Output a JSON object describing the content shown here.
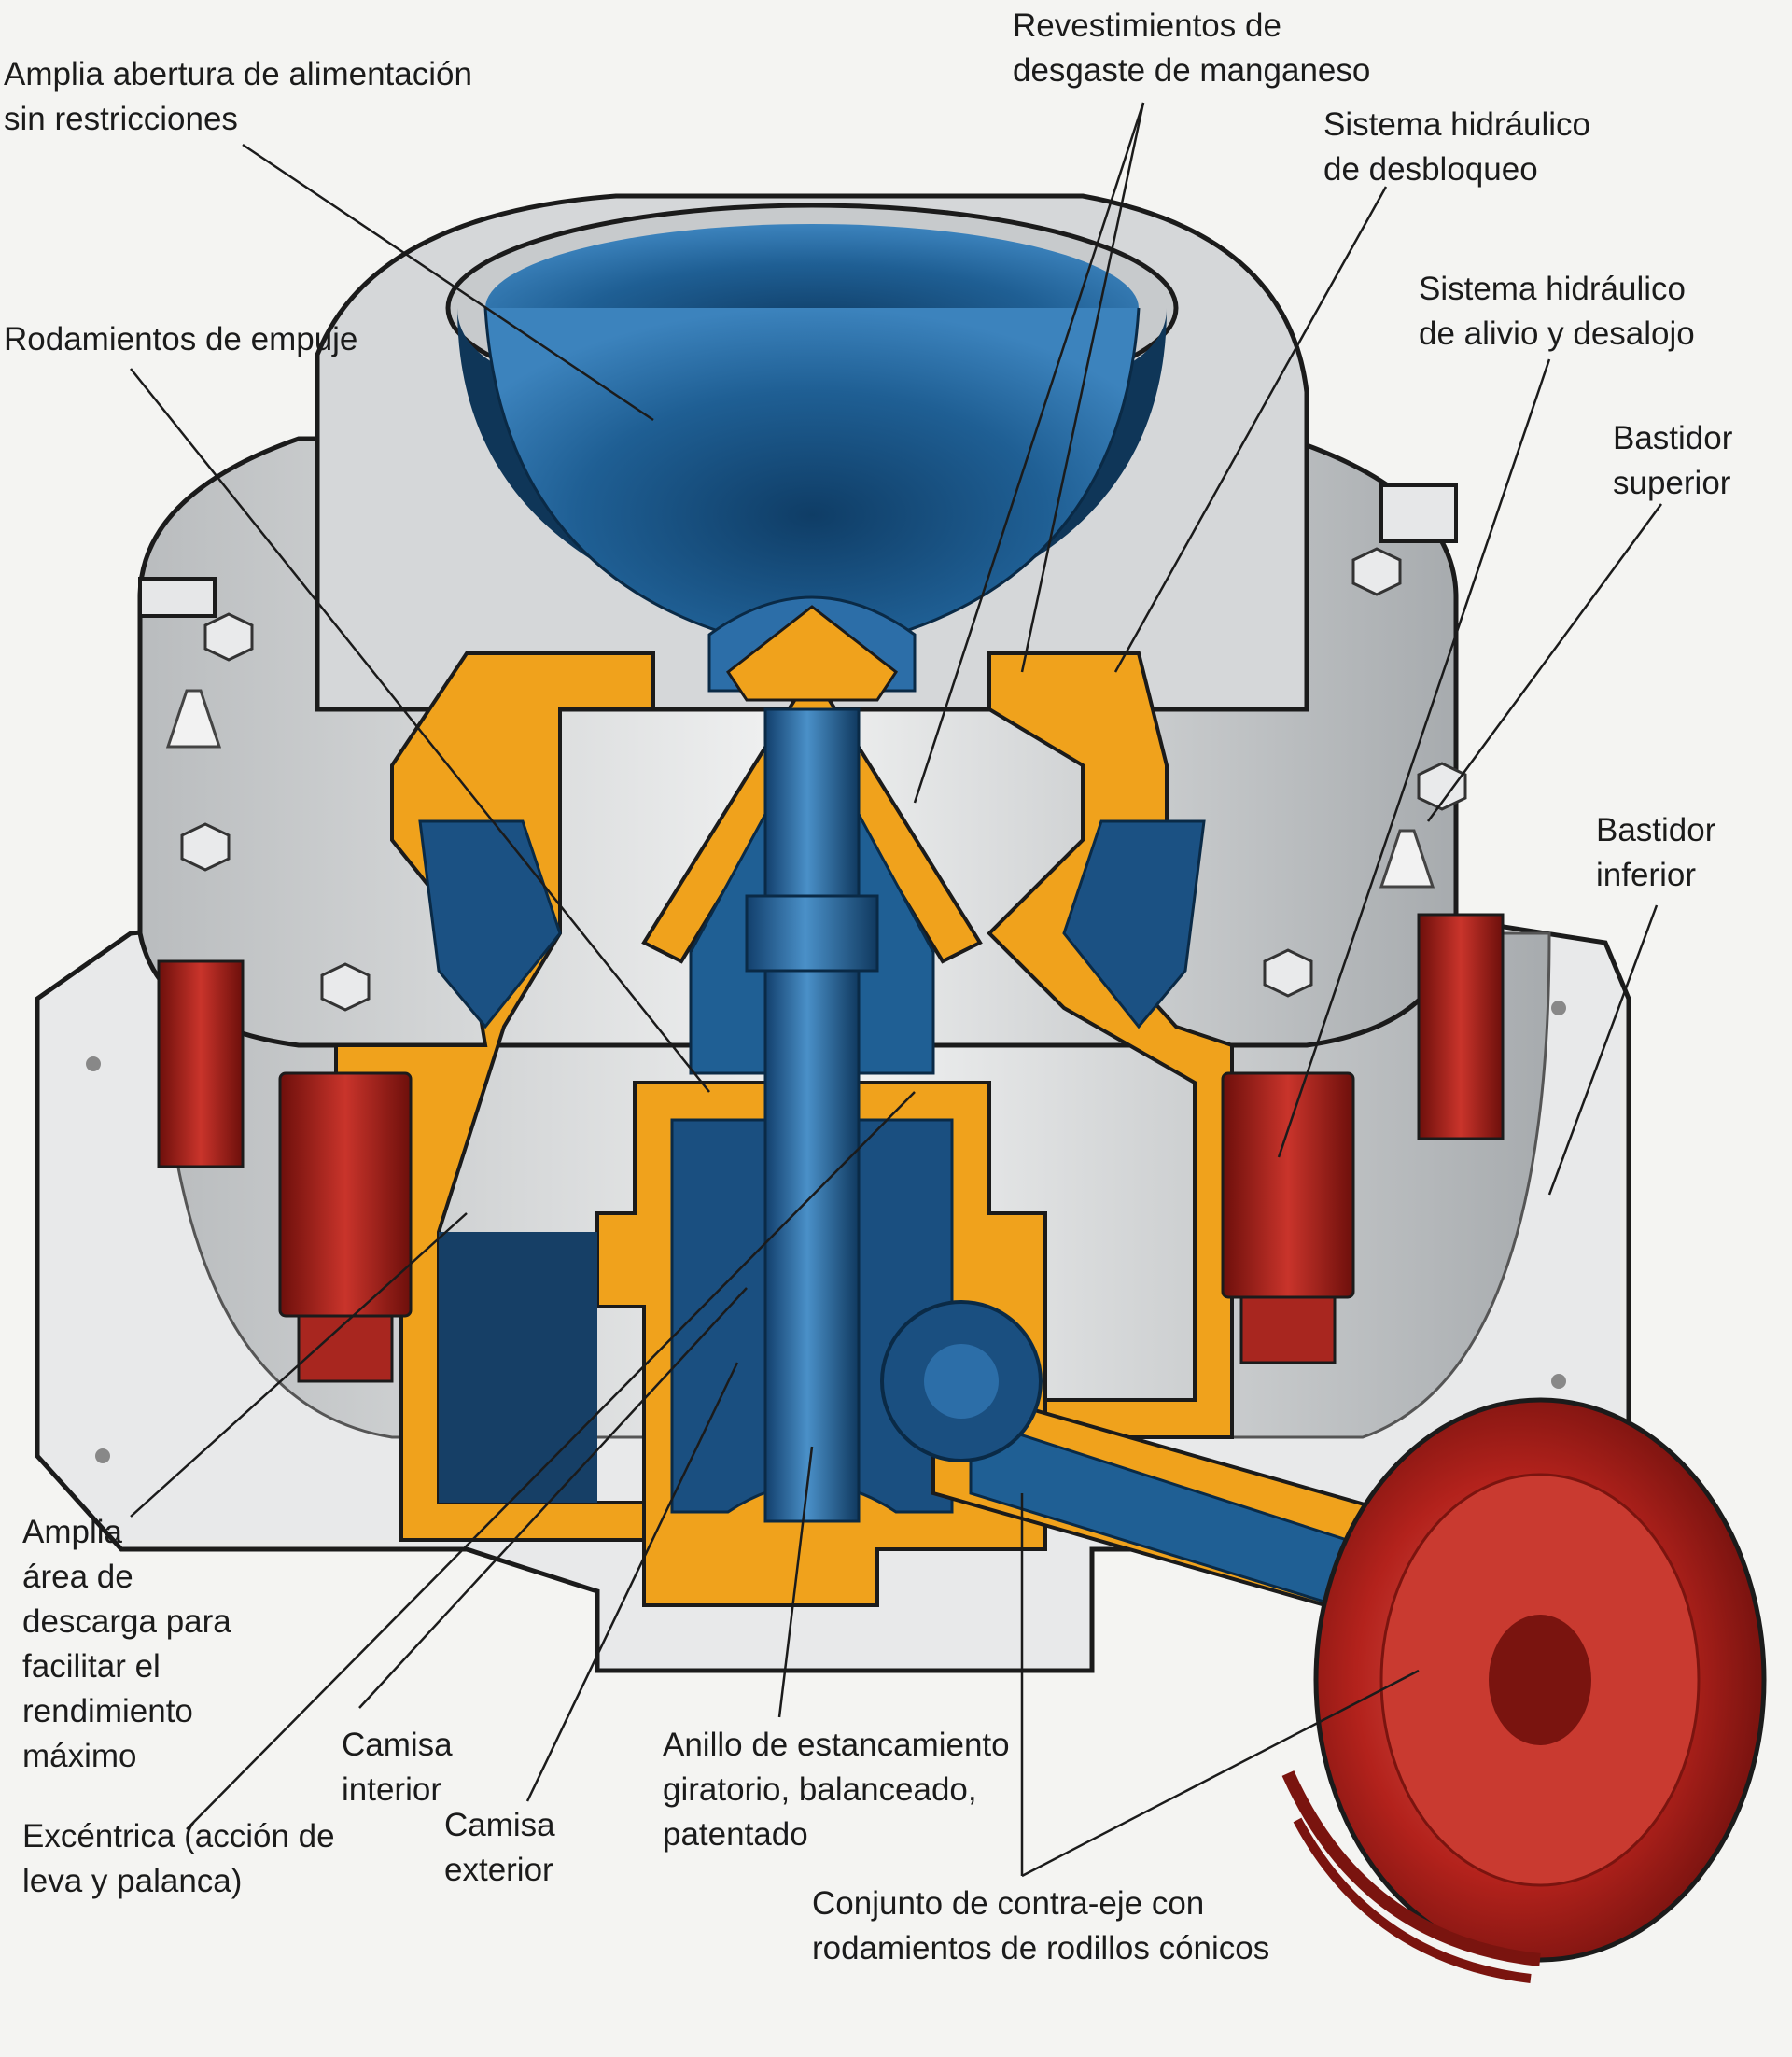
{
  "colors": {
    "background": "#f4f4f2",
    "liner_blue": "#1f5f94",
    "steel_orange": "#f0a21c",
    "hydraulic_red": "#b3221c",
    "frame_grey": "#d9dbdc",
    "leader_line": "#1b1b1b"
  },
  "labels": {
    "feed_opening": {
      "lines": [
        "Amplia abertura de alimentación",
        "sin restricciones"
      ]
    },
    "manganese_liners": {
      "lines": [
        "Revestimientos de",
        "desgaste de manganeso"
      ]
    },
    "clearing_hydraulics": {
      "lines": [
        "Sistema hidráulico",
        "de desbloqueo"
      ]
    },
    "thrust_bearings": {
      "lines": [
        "Rodamientos de empuje"
      ]
    },
    "relief_hydraulics": {
      "lines": [
        "Sistema hidráulico",
        "de alivio y desalojo"
      ]
    },
    "upper_frame": {
      "lines": [
        "Bastidor",
        "superior"
      ]
    },
    "lower_frame": {
      "lines": [
        "Bastidor",
        "inferior"
      ]
    },
    "discharge_area": {
      "lines": [
        "Amplia",
        "área de",
        "descarga para",
        "facilitar el",
        "rendimiento",
        "máximo"
      ]
    },
    "inner_bushing": {
      "lines": [
        "Camisa",
        "interior"
      ]
    },
    "outer_bushing": {
      "lines": [
        "Camisa",
        "exterior"
      ]
    },
    "seal_ring": {
      "lines": [
        "Anillo de estancamiento",
        "giratorio, balanceado,",
        "patentado"
      ]
    },
    "eccentric": {
      "lines": [
        "Excéntrica (acción de",
        "leva y palanca)"
      ]
    },
    "countershaft": {
      "lines": [
        "Conjunto de contra-eje con",
        "rodamientos de rodillos cónicos"
      ]
    }
  }
}
